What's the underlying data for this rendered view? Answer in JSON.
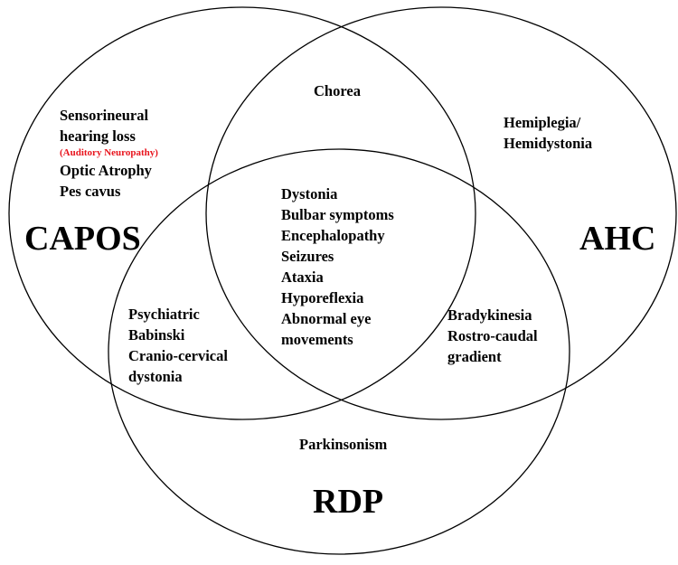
{
  "colors": {
    "stroke": "#000000",
    "text": "#000000",
    "note": "#e8141d"
  },
  "sets": {
    "capos": "CAPOS",
    "ahc": "AHC",
    "rdp": "RDP"
  },
  "regions": {
    "capos_only": {
      "lines": [
        "Sensorineural",
        "hearing loss"
      ],
      "note": "(Auditory Neuropathy)",
      "lines_after": [
        "Optic Atrophy",
        "Pes cavus"
      ]
    },
    "capos_ahc": [
      "Chorea"
    ],
    "ahc_only": [
      "Hemiplegia/",
      "Hemidystonia"
    ],
    "all_three": [
      "Dystonia",
      "Bulbar symptoms",
      "Encephalopathy",
      "Seizures",
      "Ataxia",
      "Hyporeflexia",
      "Abnormal eye",
      "movements"
    ],
    "capos_rdp": [
      "Psychiatric",
      "Babinski",
      "Cranio-cervical",
      "dystonia"
    ],
    "ahc_rdp": [
      "Bradykinesia",
      "Rostro-caudal",
      "gradient"
    ],
    "rdp_only": [
      "Parkinsonism"
    ]
  }
}
